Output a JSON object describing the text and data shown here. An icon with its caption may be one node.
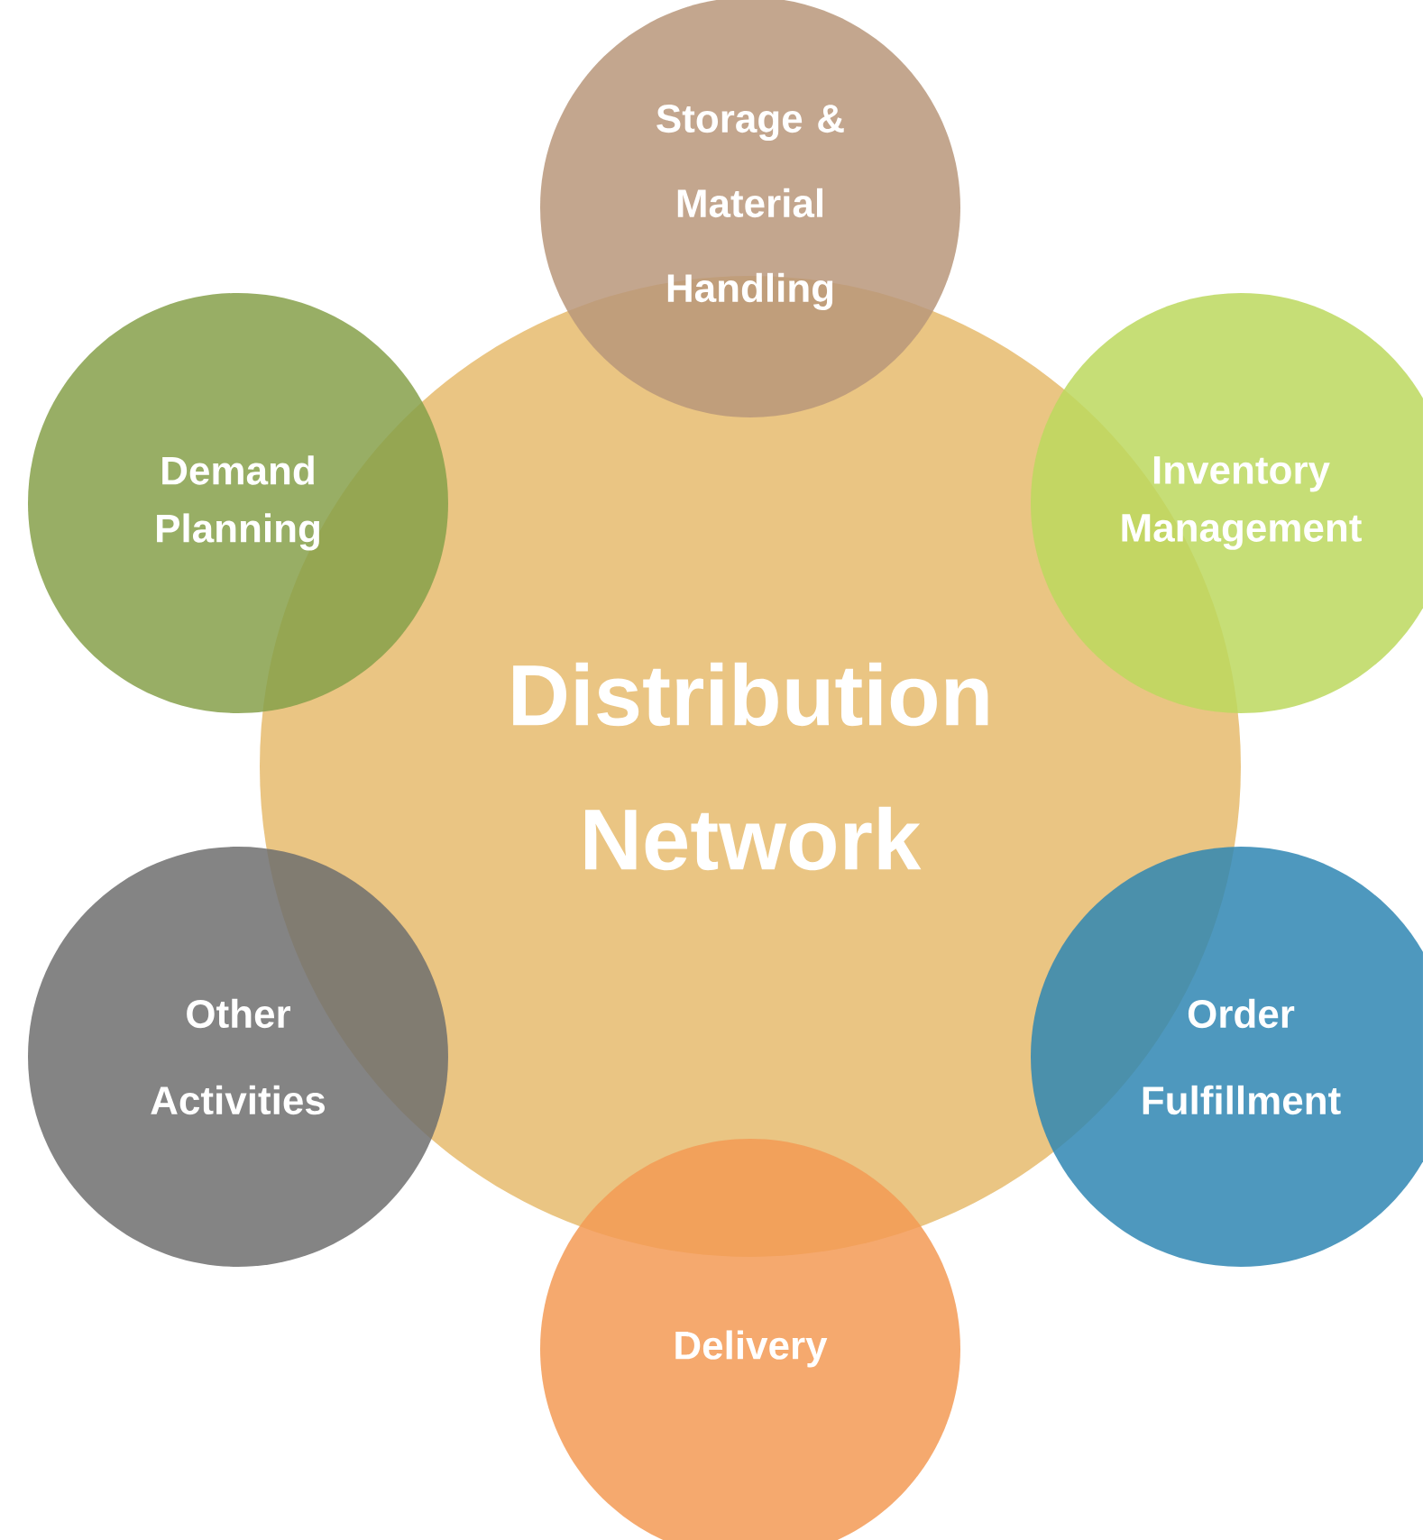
{
  "diagram": {
    "nodes": [
      {
        "text": [
          "Storage & Material Handling"
        ]
      },
      {
        "text": [
          "Demand Planning"
        ]
      },
      {
        "text": [
          "Inventory Management"
        ]
      },
      {
        "text": [
          "Distribution Network"
        ]
      },
      {
        "text": [
          "Other Activities"
        ]
      },
      {
        "text": [
          "Order Fulfillment"
        ]
      },
      {
        "text": [
          "Delivery"
        ]
      }
    ]
  }
}
